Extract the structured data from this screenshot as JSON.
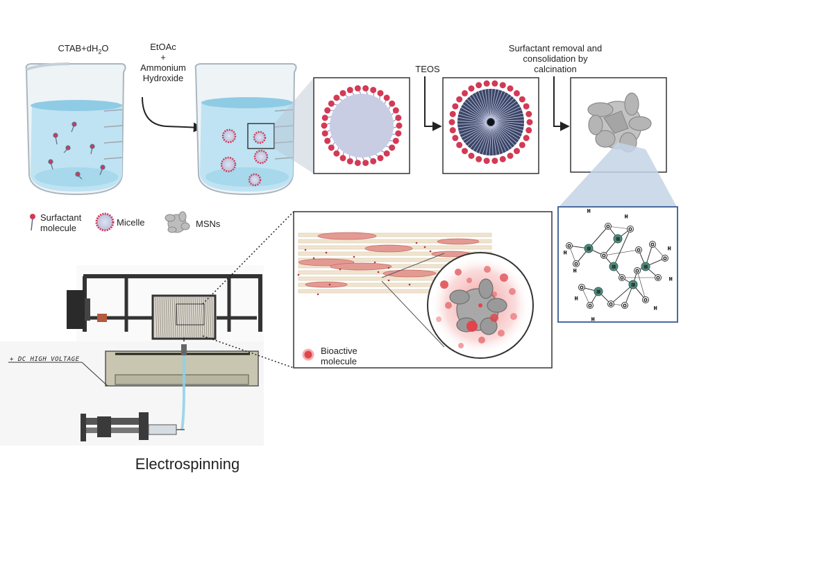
{
  "labels": {
    "ctab": "CTAB+dH",
    "ctab_sub": "2",
    "ctab_suffix": "O",
    "etoac": "EtOAc",
    "plus": "+",
    "ammonium": "Ammonium",
    "hydroxide": "Hydroxide",
    "teos": "TEOS",
    "surfactant_removal_1": "Surfactant removal and",
    "surfactant_removal_2": "consolidation by",
    "surfactant_removal_3": "calcination",
    "legend_surfactant_1": "Surfactant",
    "legend_surfactant_2": "molecule",
    "legend_micelle": "Micelle",
    "legend_msns": "MSNs",
    "bioactive_1": "Bioactive",
    "bioactive_2": "molecule",
    "dc_high_voltage": "+ DC HIGH VOLTAGE",
    "electrospinning": "Electrospinning",
    "silica_atom": "Si",
    "oxygen_atom": "O",
    "hydrogen_atom": "H"
  },
  "colors": {
    "water": "#bfe3f2",
    "water_dark": "#8fcbe4",
    "glass": "#e8eef2",
    "micelle_head": "#d23a55",
    "micelle_core": "#c9cde3",
    "tail": "#4a5a8a",
    "msn": "#b8b8b8",
    "fiber": "#f1e4cf",
    "cell": "#e39a92",
    "frame": "#333333",
    "zoom_panel": "#c3d3e6",
    "zoom_border": "#4a6a9a",
    "silicon": "#4d9080"
  }
}
